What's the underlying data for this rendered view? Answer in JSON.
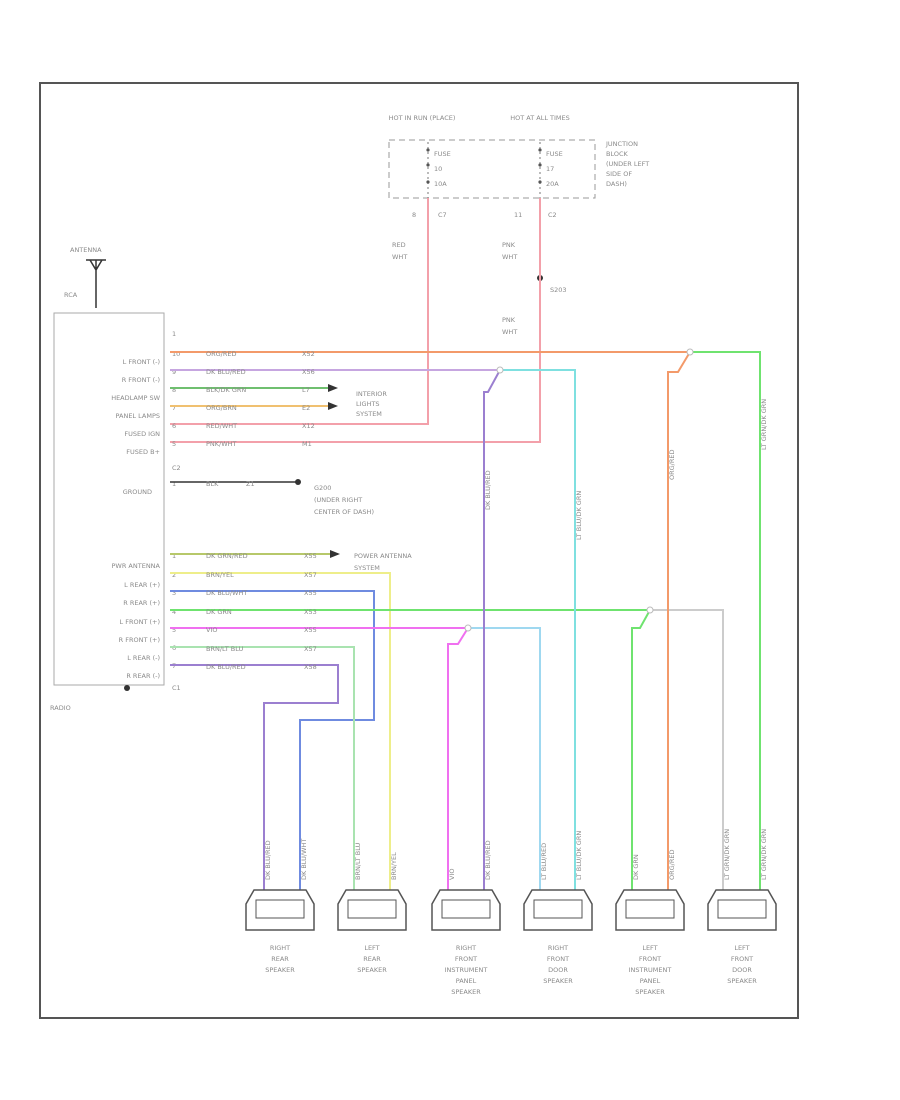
{
  "colors": {
    "orange": "#f39a6a",
    "violet": "#9b7fd0",
    "pink": "#f3a0aa",
    "green": "#6fe36f",
    "cyan": "#7fe0e0",
    "blue": "#6f8be0",
    "yellow": "#eeee8a",
    "magenta": "#f070f0",
    "lightgreen": "#a9e3b0",
    "gray": "#cccccc"
  },
  "antenna": {
    "label": "ANTENNA",
    "connector": "RCA"
  },
  "radio": {
    "label": "RADIO",
    "c1_pin1": "1",
    "c2": "C2",
    "c1": "C1",
    "upper_pins": [
      {
        "pin": "10",
        "label": "L FRONT (-)",
        "wire": "ORG/RED",
        "code": "X52"
      },
      {
        "pin": "9",
        "label": "R FRONT (-)",
        "wire": "DK BLU/RED",
        "code": "X56"
      },
      {
        "pin": "8",
        "label": "HEADLAMP SW",
        "wire": "BLK/DK GRN",
        "code": "L7"
      },
      {
        "pin": "7",
        "label": "PANEL LAMPS",
        "wire": "ORG/BRN",
        "code": "E2"
      },
      {
        "pin": "6",
        "label": "FUSED IGN",
        "wire": "RED/WHT",
        "code": "X12"
      },
      {
        "pin": "5",
        "label": "FUSED B+",
        "wire": "PNK/WHT",
        "code": "M1"
      }
    ],
    "ground": {
      "pin": "1",
      "label": "GROUND",
      "wire": "BLK",
      "code": "Z1"
    },
    "lower_pins": [
      {
        "pin": "1",
        "label": "PWR ANTENNA",
        "wire": "DK GRN/RED",
        "code": "X55"
      },
      {
        "pin": "2",
        "label": "L REAR (+)",
        "wire": "BRN/YEL",
        "code": "X57"
      },
      {
        "pin": "3",
        "label": "R REAR (+)",
        "wire": "DK BLU/WHT",
        "code": "X55"
      },
      {
        "pin": "4",
        "label": "L FRONT (+)",
        "wire": "DK GRN",
        "code": "X53"
      },
      {
        "pin": "5",
        "label": "R FRONT (+)",
        "wire": "VIO",
        "code": "X55"
      },
      {
        "pin": "6",
        "label": "L REAR (-)",
        "wire": "BRN/LT BLU",
        "code": "X57"
      },
      {
        "pin": "7",
        "label": "R REAR (-)",
        "wire": "DK BLU/RED",
        "code": "X58"
      }
    ]
  },
  "interior_lights": "INTERIOR LIGHTS SYSTEM",
  "ground_location": "G200 (UNDER RIGHT CENTER OF DASH)",
  "power_antenna": "POWER ANTENNA SYSTEM",
  "junction": {
    "hot_left": "HOT IN RUN (PLACE)",
    "hot_right": "HOT AT ALL TIMES",
    "fuse_left": [
      "FUSE",
      "10",
      "10A"
    ],
    "fuse_right": [
      "FUSE",
      "17",
      "20A"
    ],
    "label": "JUNCTION BLOCK (UNDER LEFT SIDE OF DASH)",
    "conn_left": [
      "8",
      "C7"
    ],
    "conn_right": [
      "11",
      "C2"
    ],
    "wire_left": [
      "RED",
      "WHT"
    ],
    "wire_right": [
      "PNK",
      "WHT"
    ],
    "wire_right2": [
      "PNK",
      "WHT"
    ],
    "splice": "S203"
  },
  "speakers": [
    {
      "name": [
        "RIGHT",
        "REAR",
        "SPEAKER"
      ],
      "wires": [
        "DK BLU/RED",
        "DK BLU/WHT"
      ]
    },
    {
      "name": [
        "LEFT",
        "REAR",
        "SPEAKER"
      ],
      "wires": [
        "BRN/LT BLU",
        "BRN/YEL"
      ]
    },
    {
      "name": [
        "RIGHT",
        "FRONT",
        "INSTRUMENT",
        "PANEL",
        "SPEAKER"
      ],
      "wires": [
        "VIO",
        "DK BLU/RED"
      ]
    },
    {
      "name": [
        "RIGHT",
        "FRONT",
        "DOOR",
        "SPEAKER"
      ],
      "wires": [
        "LT BLU/RED",
        "LT BLU/DK GRN"
      ]
    },
    {
      "name": [
        "LEFT",
        "FRONT",
        "INSTRUMENT",
        "PANEL",
        "SPEAKER"
      ],
      "wires": [
        "DK GRN",
        "ORG/RED"
      ]
    },
    {
      "name": [
        "LEFT",
        "FRONT",
        "DOOR",
        "SPEAKER"
      ],
      "wires": [
        "LT GRN/DK GRN",
        "LT GRN/DK GRN"
      ]
    }
  ],
  "vertical_wire_labels": {
    "violet": "DK BLU/RED",
    "cyan": "LT BLU/DK GRN",
    "orange": "ORG/RED",
    "green": "LT GRN/DK GRN"
  }
}
